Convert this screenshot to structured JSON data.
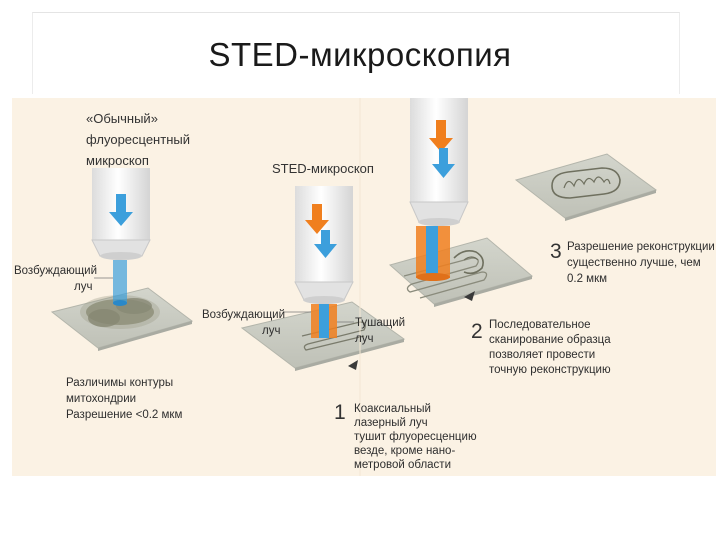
{
  "slide": {
    "title": "STED-микроскопия"
  },
  "figure": {
    "conventional": {
      "heading_lines": [
        "«Обычный»",
        "флуоресцентный",
        "микроскоп"
      ],
      "beam_label_lines": [
        "Возбуждающий",
        "луч"
      ],
      "caption_lines": [
        "Различимы контуры",
        "митохондрии",
        "Разрешение <0.2 мкм"
      ]
    },
    "sted": {
      "heading": "STED-микроскоп",
      "excitation_label_lines": [
        "Возбуждающий",
        "луч"
      ],
      "depletion_label_lines": [
        "Тушащий",
        "луч"
      ]
    },
    "steps": [
      {
        "number": "1",
        "text_lines": [
          "Коаксиальный",
          "лазерный луч",
          "тушит флуоресценцию",
          "везде, кроме нано-",
          "метровой области"
        ]
      },
      {
        "number": "2",
        "text_lines": [
          "Последовательное",
          "сканирование образца",
          "позволяет провести",
          "точную реконструкцию"
        ]
      },
      {
        "number": "3",
        "text_lines": [
          "Разрешение реконструкции",
          "существенно лучше, чем",
          "0.2 мкм"
        ]
      }
    ],
    "colors": {
      "background": "#fbf2e4",
      "excitation": "#3c9fdc",
      "depletion": "#f07f1e",
      "sample": "#c9cbc1",
      "stain": "#8d8e78"
    }
  }
}
